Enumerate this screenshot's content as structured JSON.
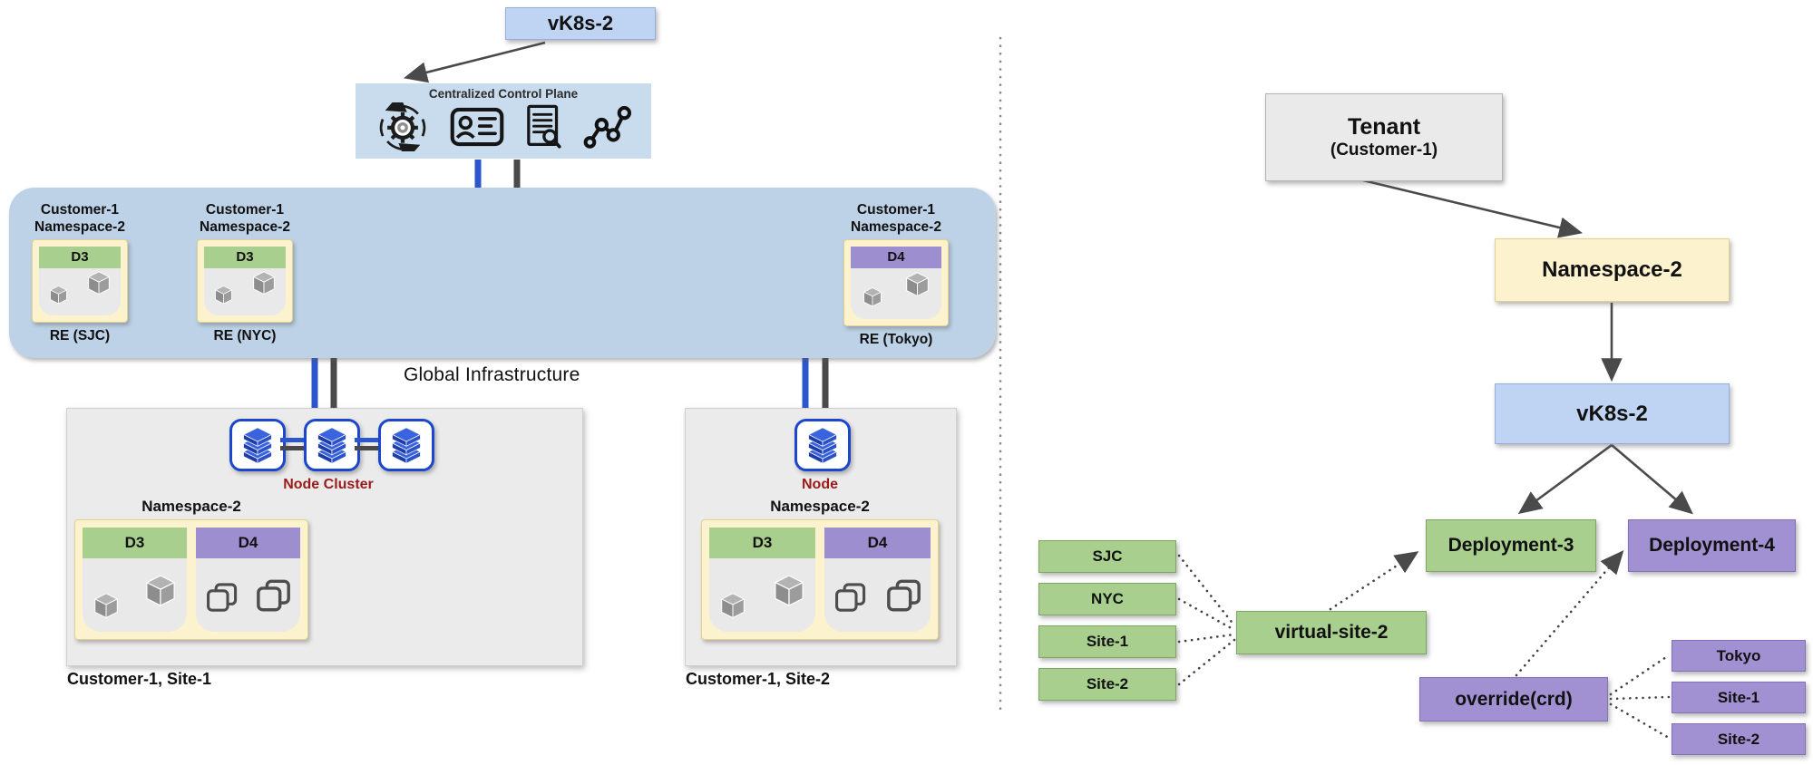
{
  "diagram": {
    "left": {
      "vk8s_box_label": "vK8s-2",
      "control_plane": {
        "title": "Centralized Control Plane",
        "icons": [
          "automation-gear-icon",
          "identity-card-icon",
          "audit-document-icon",
          "analytics-graph-icon"
        ]
      },
      "global_infrastructure_label": "Global Infrastructure",
      "re_sites": [
        {
          "customer": "Customer-1",
          "namespace": "Namespace-2",
          "deployment": "D3",
          "site": "RE (SJC)"
        },
        {
          "customer": "Customer-1",
          "namespace": "Namespace-2",
          "deployment": "D3",
          "site": "RE (NYC)"
        },
        {
          "customer": "Customer-1",
          "namespace": "Namespace-2",
          "deployment": "D4",
          "site": "RE (Tokyo)"
        }
      ],
      "site1": {
        "cluster_label": "Node Cluster",
        "namespace": "Namespace-2",
        "deployments": [
          {
            "label": "D3"
          },
          {
            "label": "D4"
          }
        ],
        "caption": "Customer-1, Site-1"
      },
      "site2": {
        "node_label": "Node",
        "namespace": "Namespace-2",
        "deployments": [
          {
            "label": "D3"
          },
          {
            "label": "D4"
          }
        ],
        "caption": "Customer-1, Site-2"
      }
    },
    "right": {
      "tenant_title": "Tenant",
      "tenant_subtitle": "(Customer-1)",
      "namespace": "Namespace-2",
      "vk8s": "vK8s-2",
      "deployment3": "Deployment-3",
      "deployment4": "Deployment-4",
      "virtual_site": "virtual-site-2",
      "override": "override(crd)",
      "green_sites": [
        "SJC",
        "NYC",
        "Site-1",
        "Site-2"
      ],
      "override_sites": [
        "Tokyo",
        "Site-1",
        "Site-2"
      ]
    },
    "colors": {
      "green": "#a8cf8e",
      "purple": "#a291d2",
      "yellow": "#fcf2cd",
      "blue": "#bfd3f2",
      "pale_blue": "#bdd2e7",
      "gray_site": "#ebebeb",
      "maroon_text": "#9b1b1b",
      "arrow": "#4a4a4a",
      "node_blue": "#1c46cc"
    }
  }
}
